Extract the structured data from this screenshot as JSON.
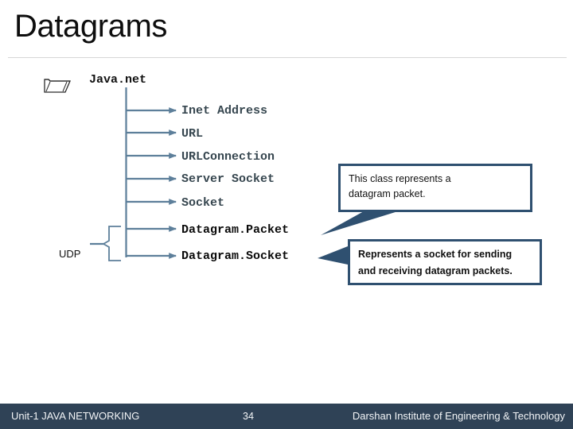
{
  "slide": {
    "title": "Datagrams",
    "accent_line_color": "#5d7f9a",
    "callout_border_color": "#2f5070",
    "footer_band_color": "#2f4256",
    "rule_color": "#d6d6d6"
  },
  "diagram": {
    "folder_icon": "folder-icon",
    "root_label": "Java.net",
    "group_label": "UDP",
    "nodes": [
      {
        "label": "Inet Address",
        "emphasis": false
      },
      {
        "label": "URL",
        "emphasis": false
      },
      {
        "label": "URLConnection",
        "emphasis": false
      },
      {
        "label": "Server Socket",
        "emphasis": false
      },
      {
        "label": "Socket",
        "emphasis": false
      },
      {
        "label": "Datagram.Packet",
        "emphasis": true
      },
      {
        "label": "Datagram.Socket",
        "emphasis": true
      }
    ]
  },
  "callouts": [
    {
      "id": "datagram-packet-callout",
      "line1": "This     class     represents     a",
      "line2": "datagram packet."
    },
    {
      "id": "datagram-socket-callout",
      "line1": "Represents a socket for sending",
      "line2": "and receiving datagram packets."
    }
  ],
  "footer": {
    "left": "Unit-1 JAVA NETWORKING",
    "page": "34",
    "right": "Darshan Institute of Engineering & Technology"
  }
}
